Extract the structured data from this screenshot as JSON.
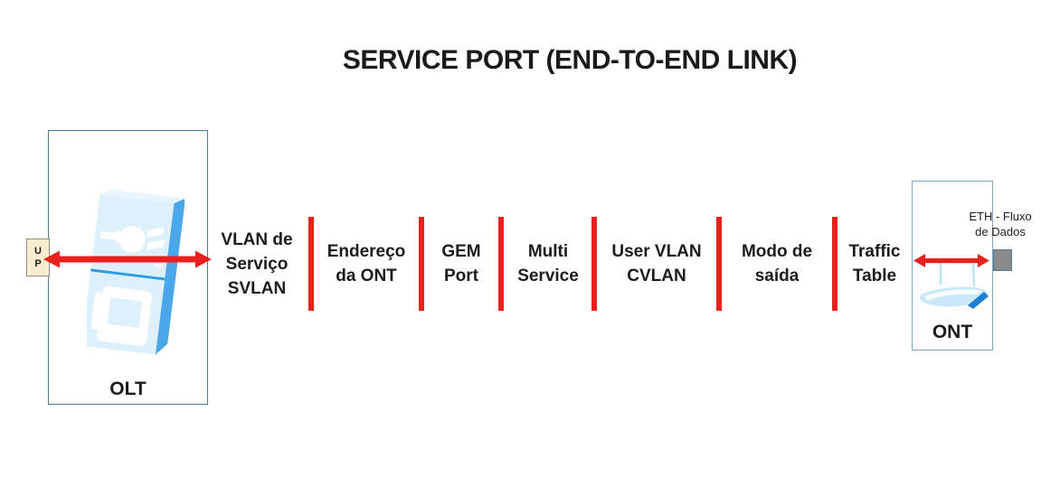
{
  "title": "SERVICE PORT (END-TO-END LINK)",
  "colors": {
    "red": "#E8211D",
    "olt-border": "#4E7D9C",
    "ont-border": "#7FA6BE",
    "up-fill": "#F7ECCD",
    "up-border": "#8F8F85",
    "eth-fill": "#8A8A8A",
    "eth-border": "#4E7C99",
    "device-light": "#DDF0FB",
    "device-lighter": "#EAF6FD",
    "device-side": "#4AA7EA",
    "device-edge": "#1C7FD1",
    "device-line": "#2F9CE3",
    "antenna": "#BFE3F7",
    "text": "#1B1B1B"
  },
  "olt": {
    "label": "OLT",
    "port_label": "U\nP",
    "device_icon": "olt-chassis-icon",
    "arrow_icon": "bidirectional-arrow-icon"
  },
  "ont": {
    "label": "ONT",
    "eth_label": "ETH - Fluxo\nde Dados",
    "device_icon": "wifi-router-icon",
    "port_icon": "eth-port-icon",
    "arrow_icon": "bidirectional-arrow-icon"
  },
  "pipeline": {
    "segments": [
      {
        "label": "VLAN de\nServiço\nSVLAN"
      },
      {
        "label": "Endereço\nda ONT"
      },
      {
        "label": "GEM\nPort"
      },
      {
        "label": "Multi\nService"
      },
      {
        "label": "User VLAN\nCVLAN"
      },
      {
        "label": "Modo de\nsaída"
      },
      {
        "label": "Traffic\nTable"
      }
    ]
  }
}
